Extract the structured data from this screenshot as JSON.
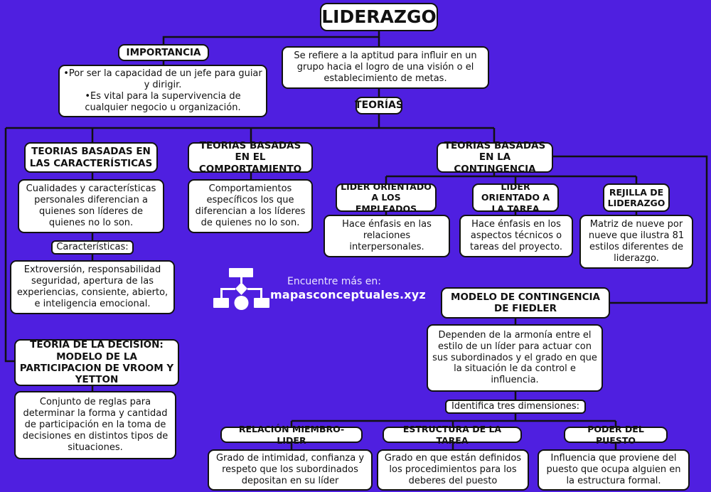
{
  "title": "LIDERAZGO",
  "definition": "Se refiere a la aptitud para influir en un grupo hacia el logro de una visión o el establecimiento de metas.",
  "importance": {
    "label": "IMPORTANCIA",
    "text": "•Por ser la capacidad de un jefe para guiar y dirigir.\n•Es vital para la supervivencia de cualquier negocio u organización."
  },
  "theories_label": "TEORÍAS",
  "characteristics_theory": {
    "label": "TEORIAS BASADAS EN LAS CARACTERÍSTICAS",
    "text": "Cualidades y características personales diferencian a quienes son líderes de quienes no lo son.",
    "sub_label": "Características:",
    "sub_text": "Extroversión, responsabilidad seguridad, apertura de las experiencias, consiente, abierto, e inteligencia emocional."
  },
  "behavior_theory": {
    "label": "TEORIAS BASADAS EN EL COMPORTAMIENTO",
    "text": "Comportamientos específicos los que diferencian a los líderes de quienes no lo son."
  },
  "contingency_theory": {
    "label": "TEORIAS BASADAS EN LA CONTINGENCIA",
    "employee_leader": {
      "label": "LIDER ORIENTADO A LOS EMPLEADOS",
      "text": "Hace énfasis en las relaciones interpersonales."
    },
    "task_leader": {
      "label": "LIDER ORIENTADO A LA TAREA",
      "text": "Hace énfasis en los aspectos técnicos o tareas del proyecto."
    },
    "grid": {
      "label": "REJILLA DE LIDERAZGO",
      "text": "Matriz de nueve por nueve que ilustra 81 estilos diferentes de liderazgo."
    }
  },
  "decision_theory": {
    "label": "TEORIA DE LA DECISION: MODELO DE LA PARTICIPACION DE VROOM Y YETTON",
    "text": "Conjunto de reglas para determinar la forma y cantidad de participación en la toma de decisiones en distintos tipos de situaciones."
  },
  "fiedler": {
    "label": "MODELO DE CONTINGENCIA DE FIEDLER",
    "text": "Dependen de la armonía entre el estilo de un líder para actuar con sus subordinados y el grado en que la situación le da control e influencia.",
    "dimensions_label": "Identifica tres dimensiones:",
    "dimensions": [
      {
        "label": "RELACIÓN MIEMBRO-LIDER",
        "text": "Grado de intimidad, confianza y respeto que los subordinados depositan en su líder"
      },
      {
        "label": "ESTRUCTURA DE LA TAREA",
        "text": "Grado en que están definidos los procedimientos para los deberes del puesto"
      },
      {
        "label": "PODER DEL PUESTO",
        "text": "Influencia que proviene del puesto que ocupa alguien en la estructura formal."
      }
    ]
  },
  "watermark": {
    "line1": "Encuentre más en:",
    "line2": "mapasconceptuales.xyz"
  },
  "colors": {
    "background": "#4f1fe0",
    "box": "#ffffff",
    "line": "#111111"
  }
}
